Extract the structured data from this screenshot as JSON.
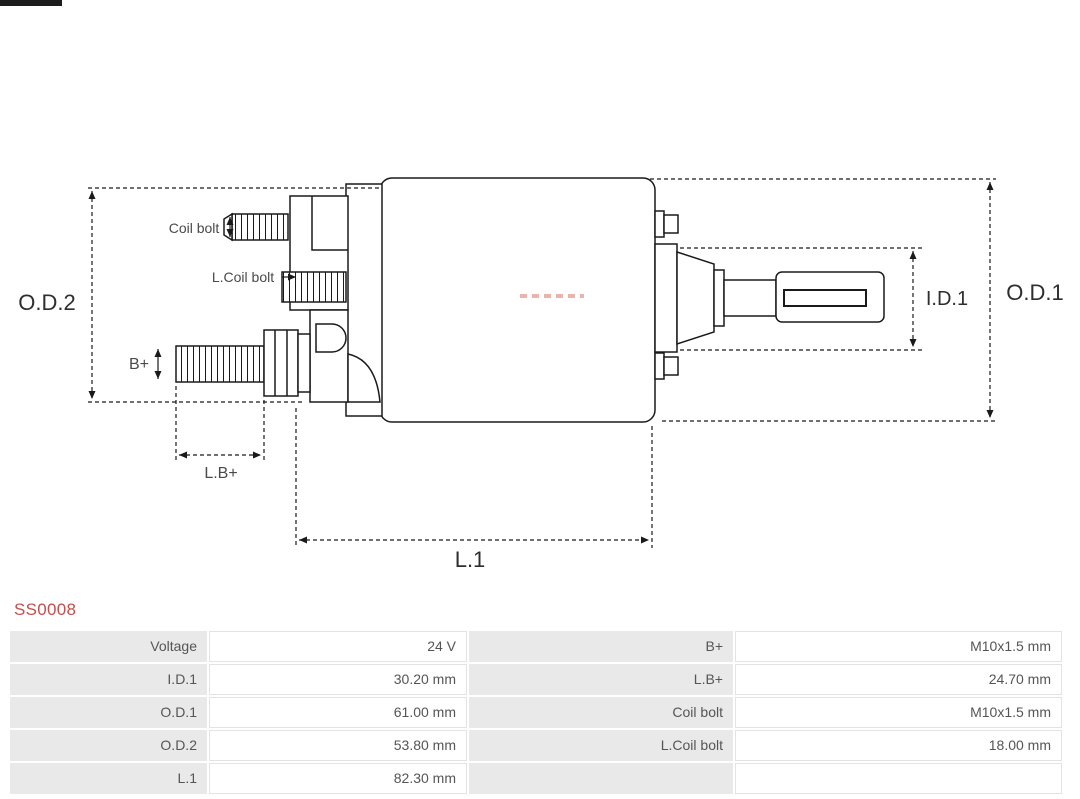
{
  "colors": {
    "accent_red": "#c94b4b",
    "table_gray": "#e9e9e9",
    "line": "#1a1a1a"
  },
  "product": {
    "code": "SS0008"
  },
  "diagram": {
    "labels": {
      "od2": "O.D.2",
      "od1": "O.D.1",
      "id1": "I.D.1",
      "l1": "L.1",
      "lb_plus": "L.B+",
      "b_plus": "B+",
      "coil_bolt": "Coil bolt",
      "l_coil_bolt": "L.Coil bolt"
    }
  },
  "specs": {
    "rows": [
      {
        "label1": "Voltage",
        "value1": "24 V",
        "label2": "B+",
        "value2": "M10x1.5 mm"
      },
      {
        "label1": "I.D.1",
        "value1": "30.20 mm",
        "label2": "L.B+",
        "value2": "24.70 mm"
      },
      {
        "label1": "O.D.1",
        "value1": "61.00 mm",
        "label2": "Coil bolt",
        "value2": "M10x1.5 mm"
      },
      {
        "label1": "O.D.2",
        "value1": "53.80 mm",
        "label2": "L.Coil bolt",
        "value2": "18.00 mm"
      },
      {
        "label1": "L.1",
        "value1": "82.30 mm",
        "label2": "",
        "value2": ""
      }
    ]
  }
}
